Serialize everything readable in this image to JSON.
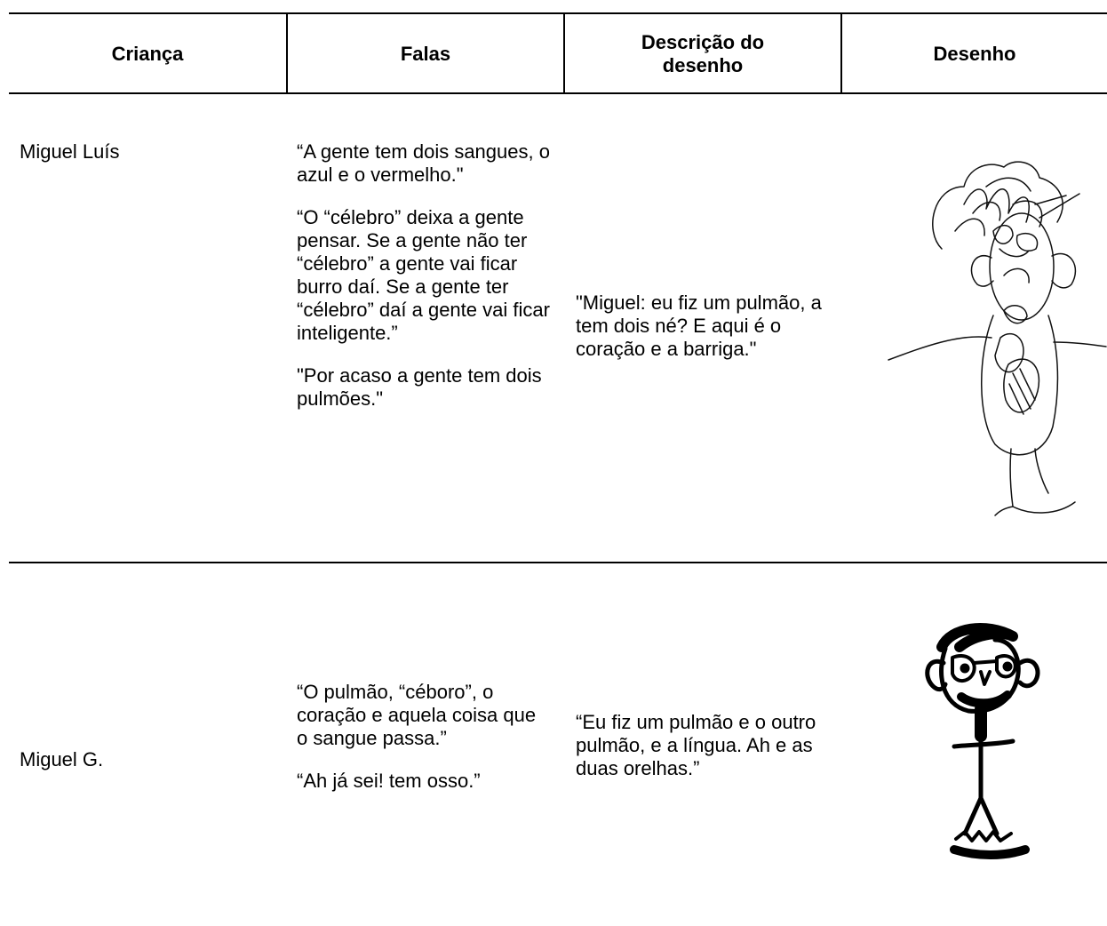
{
  "table": {
    "headers": {
      "child": "Criança",
      "speech": "Falas",
      "description": "Descrição do desenho",
      "drawing": "Desenho"
    },
    "rows": [
      {
        "child": "Miguel Luís",
        "speech": [
          "“A gente tem dois sangues, o azul e o vermelho.\"",
          "“O “célebro” deixa a gente pensar. Se a gente não ter “célebro” a gente vai ficar burro daí. Se a gente ter “célebro” daí a gente vai ficar inteligente.”",
          "\"Por acaso a gente tem dois pulmões.\""
        ],
        "description": "\"Miguel:  eu fiz um pulmão, a tem dois né? E aqui é o coração e a barriga.\""
      },
      {
        "child": "Miguel G.",
        "speech": [
          "“O pulmão, “céboro”, o coração e aquela coisa que o sangue passa.”",
          "“Ah já sei!  tem osso.”"
        ],
        "description": "“Eu fiz um pulmão e o outro pulmão, e a língua. Ah e as duas orelhas.”"
      }
    ]
  }
}
